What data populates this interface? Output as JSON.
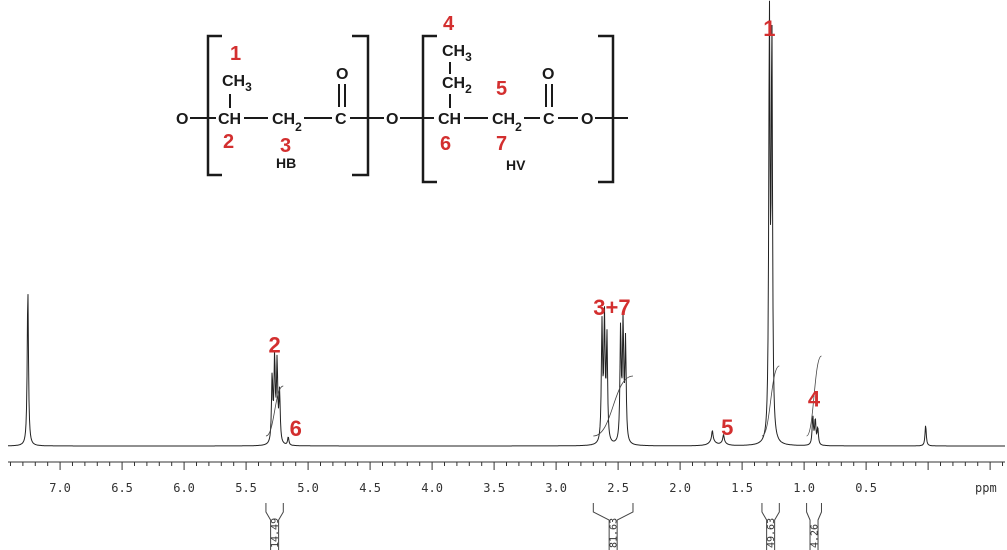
{
  "chart_data": {
    "type": "line",
    "title": "",
    "xlabel": "ppm",
    "ylabel": "",
    "xlim": [
      7.42,
      -0.62
    ],
    "x_reversed": true,
    "grid": false,
    "ticks": [
      "7.0",
      "6.5",
      "6.0",
      "5.5",
      "5.0",
      "4.5",
      "4.0",
      "3.5",
      "3.0",
      "2.5",
      "2.0",
      "1.5",
      "1.0",
      "0.5"
    ],
    "peaks": [
      {
        "ppm": 7.26,
        "height": 0.38
      },
      {
        "ppm": 5.29,
        "height": 0.16
      },
      {
        "ppm": 5.27,
        "height": 0.2
      },
      {
        "ppm": 5.25,
        "height": 0.19
      },
      {
        "ppm": 5.23,
        "height": 0.12
      },
      {
        "ppm": 5.16,
        "height": 0.02
      },
      {
        "ppm": 2.63,
        "height": 0.28
      },
      {
        "ppm": 2.61,
        "height": 0.29
      },
      {
        "ppm": 2.59,
        "height": 0.25
      },
      {
        "ppm": 2.48,
        "height": 0.27
      },
      {
        "ppm": 2.46,
        "height": 0.28
      },
      {
        "ppm": 2.44,
        "height": 0.24
      },
      {
        "ppm": 1.74,
        "height": 0.025
      },
      {
        "ppm": 1.65,
        "height": 0.018
      },
      {
        "ppm": 1.28,
        "height": 1.0
      },
      {
        "ppm": 1.26,
        "height": 0.96
      },
      {
        "ppm": 0.93,
        "height": 0.07
      },
      {
        "ppm": 0.91,
        "height": 0.06
      },
      {
        "ppm": 0.89,
        "height": 0.04
      },
      {
        "ppm": 0.02,
        "height": 0.05
      }
    ],
    "peak_labels": [
      {
        "text": "2",
        "ppm": 5.27
      },
      {
        "text": "6",
        "ppm": 5.1
      },
      {
        "text": "3+7",
        "ppm": 2.55
      },
      {
        "text": "5",
        "ppm": 1.62
      },
      {
        "text": "1",
        "ppm": 1.28
      },
      {
        "text": "4",
        "ppm": 0.92
      }
    ],
    "integrals": [
      {
        "value": "14.49",
        "from": 5.34,
        "to": 5.2
      },
      {
        "value": "81.63",
        "from": 2.7,
        "to": 2.38
      },
      {
        "value": "49.63",
        "from": 1.34,
        "to": 1.2
      },
      {
        "value": "4.26",
        "from": 0.98,
        "to": 0.86
      }
    ]
  },
  "structure": {
    "hb_label": "HB",
    "hv_label": "HV",
    "atoms": {
      "o_left": "O",
      "ch3": "CH",
      "ch3_sub": "3",
      "ch": "CH",
      "ch2": "CH",
      "ch2_sub": "2",
      "c": "C",
      "o_double": "O",
      "o_mid": "O",
      "hv_ch3": "CH",
      "hv_ch3_sub": "3",
      "hv_ch2a": "CH",
      "hv_ch2a_sub": "2",
      "hv_ch": "CH",
      "hv_ch2b": "CH",
      "hv_ch2b_sub": "2",
      "hv_c": "C",
      "hv_o_double": "O",
      "hv_o_end": "O"
    },
    "numbers": {
      "n1": "1",
      "n2": "2",
      "n3": "3",
      "n4": "4",
      "n5": "5",
      "n6": "6",
      "n7": "7"
    }
  }
}
